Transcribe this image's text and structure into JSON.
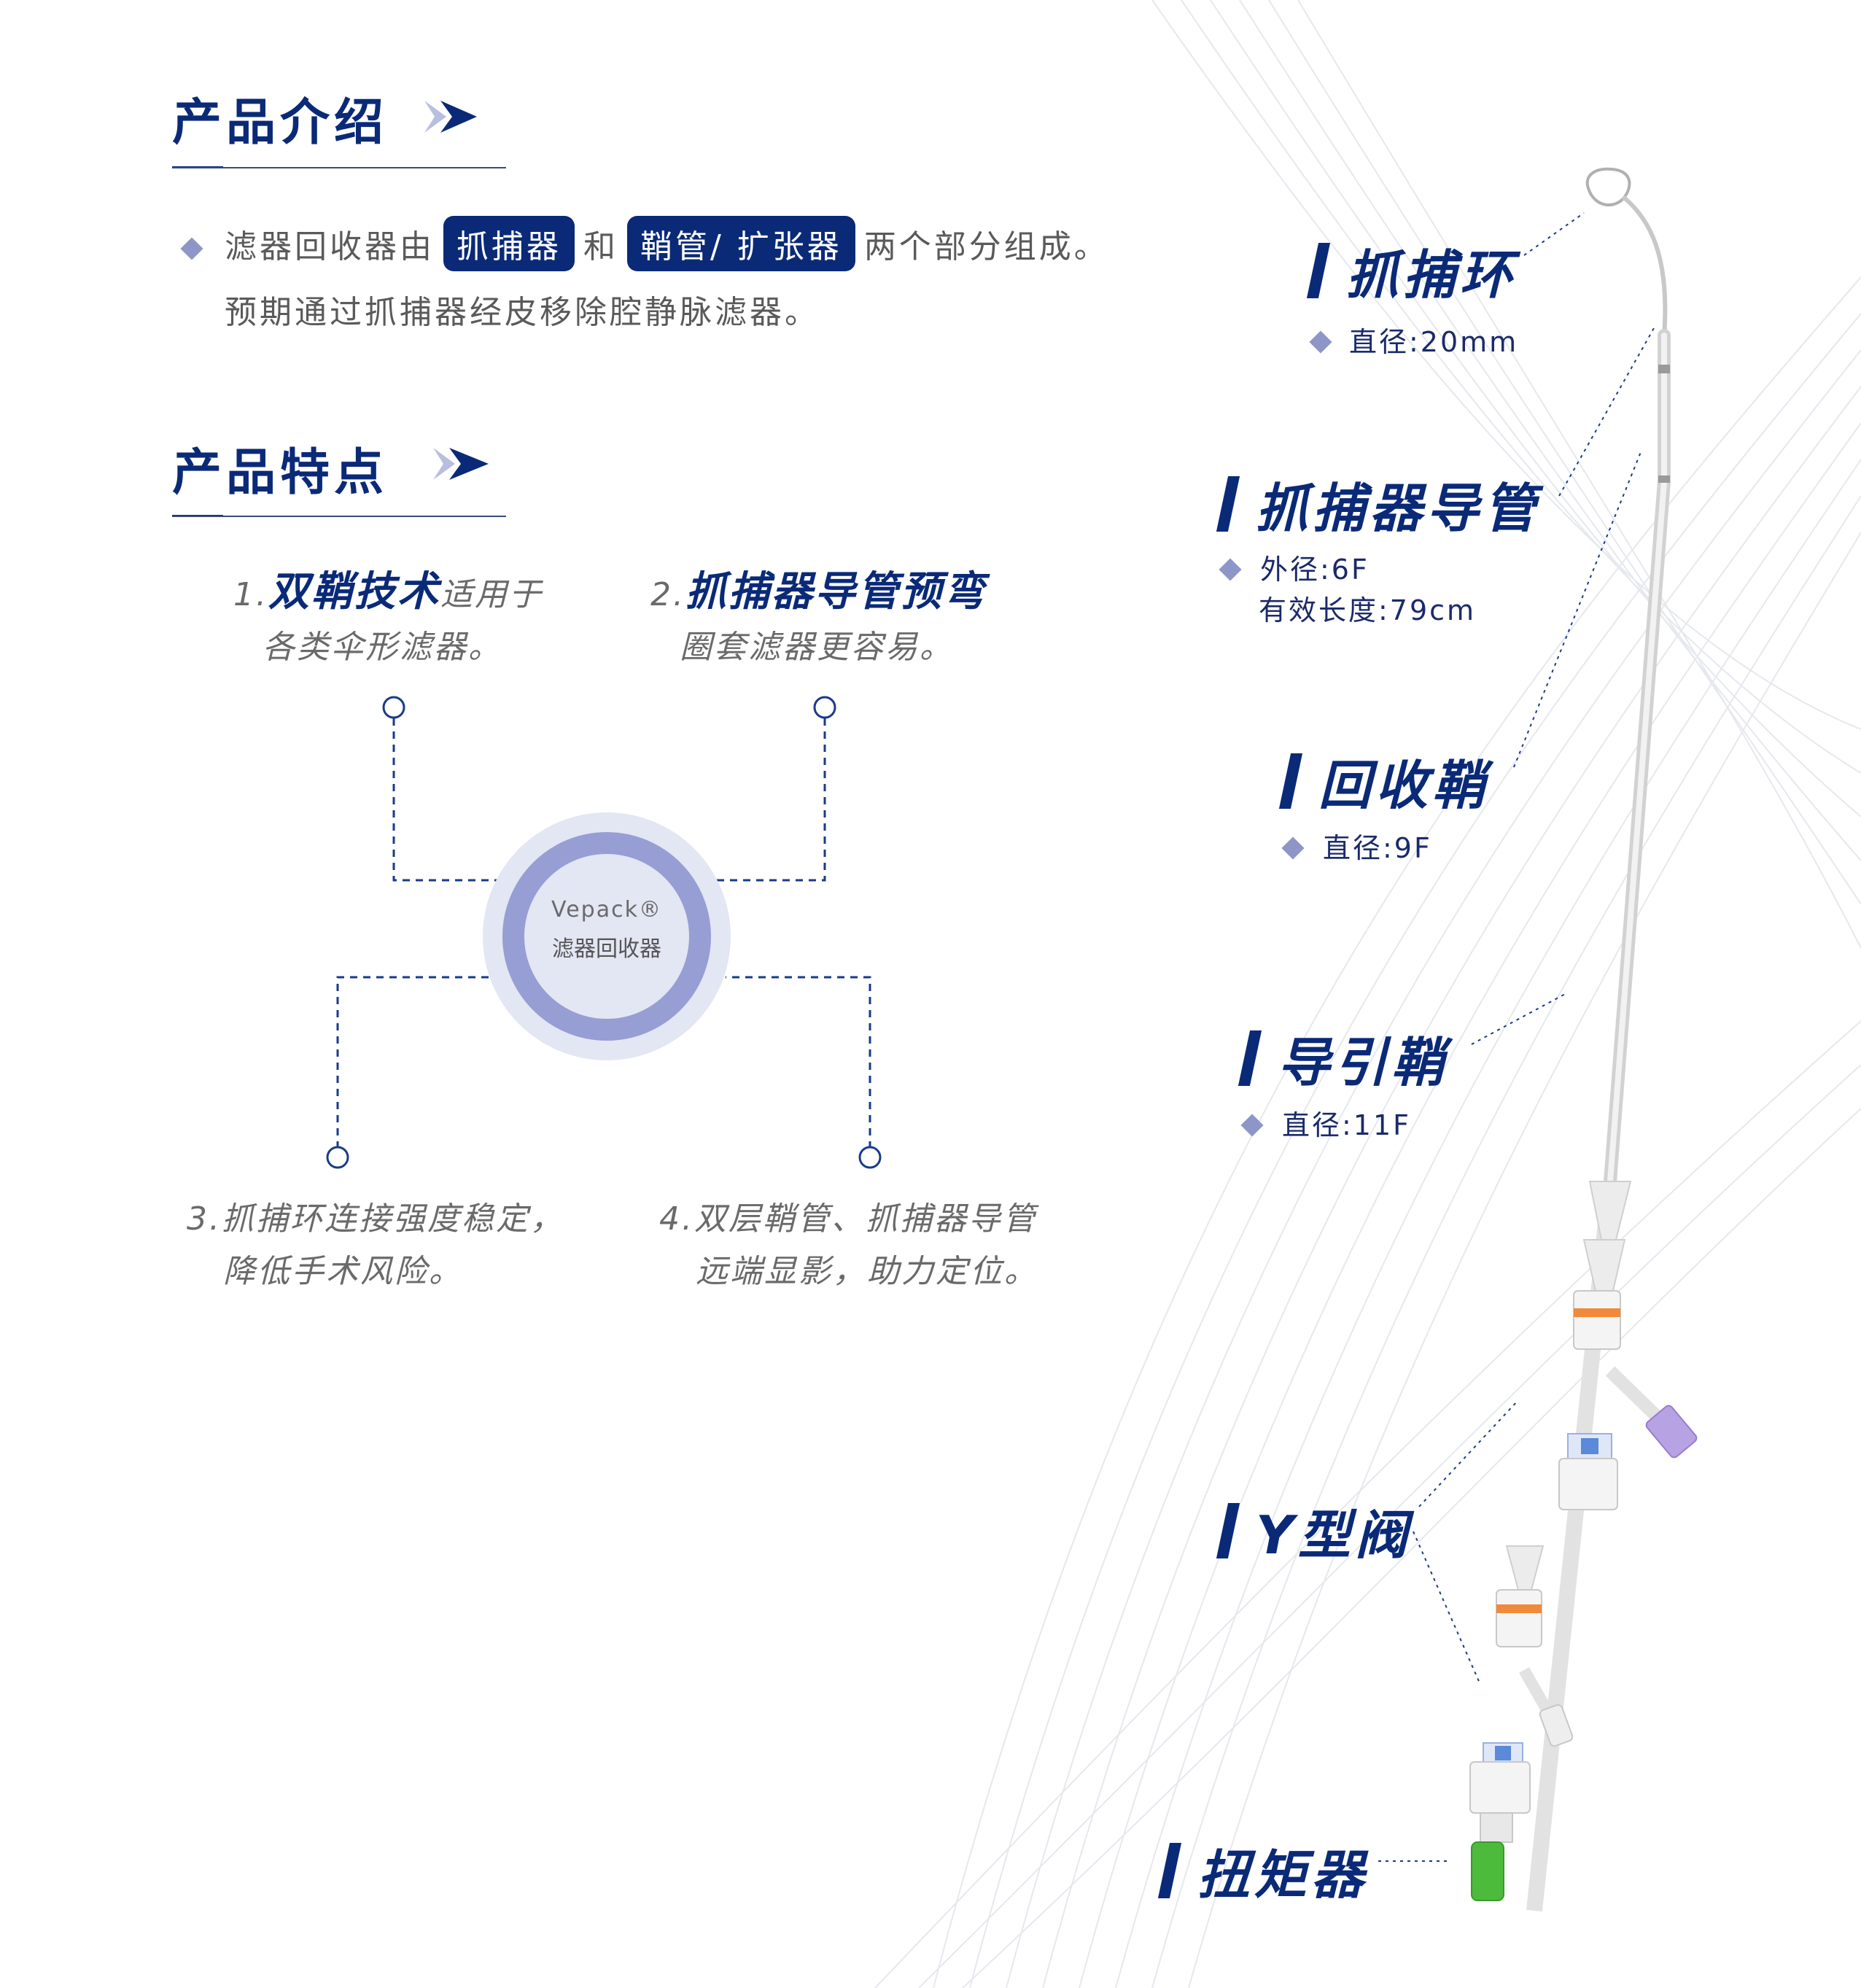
{
  "intro": {
    "title": "产品介绍",
    "line1_a": "滤器回收器由",
    "pill1": "抓捕器",
    "line1_b": "和",
    "pill2": "鞘管/ 扩张器",
    "line1_c": "两个部分组成。",
    "line2": "预期通过抓捕器经皮移除腔静脉滤器。"
  },
  "features": {
    "title": "产品特点",
    "center_brand": "Vepack®",
    "center_name": "滤器回收器",
    "items": [
      {
        "num": "1.",
        "bold": "双鞘技术",
        "rest": "适用于",
        "line2": "各类伞形滤器。"
      },
      {
        "num": "2.",
        "bold": "抓捕器导管预弯",
        "rest": "",
        "line2": "圈套滤器更容易。"
      },
      {
        "num": "3.",
        "bold": "",
        "rest": "抓捕环连接强度稳定，",
        "line2": "降低手术风险。"
      },
      {
        "num": "4.",
        "bold": "",
        "rest": "双层鞘管、抓捕器导管",
        "line2": "远端显影，助力定位。"
      }
    ]
  },
  "parts": [
    {
      "name": "抓捕环",
      "specs": [
        "直径:20mm"
      ]
    },
    {
      "name": "抓捕器导管",
      "specs": [
        "外径:6F",
        "有效长度:79cm"
      ]
    },
    {
      "name": "回收鞘",
      "specs": [
        "直径:9F"
      ]
    },
    {
      "name": "导引鞘",
      "specs": [
        "直径:11F"
      ]
    },
    {
      "name": "Y型阀",
      "specs": []
    },
    {
      "name": "扭矩器",
      "specs": []
    }
  ],
  "colors": {
    "navy": "#0a2a78",
    "lavender": "#8e96c8",
    "ring": "#969ed4",
    "halo": "#e3e6f3",
    "connector_orange": "#f08a3a",
    "connector_purple": "#9a7ad0",
    "torque_green": "#4cbb3c"
  }
}
